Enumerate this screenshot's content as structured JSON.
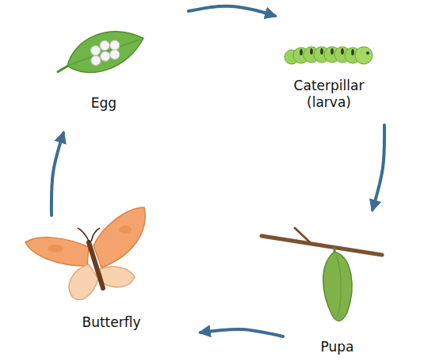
{
  "diagram": {
    "nodes": [
      {
        "text": [
          "Egg"
        ]
      },
      {
        "text": [
          "Caterpillar (larva)"
        ]
      },
      {
        "text": [
          "Pupa"
        ]
      },
      {
        "text": [
          "Butterfly"
        ]
      }
    ],
    "edges": [
      {
        "from": 0,
        "to": 1,
        "arrow": "to"
      },
      {
        "from": 1,
        "to": 2,
        "arrow": "to"
      },
      {
        "from": 2,
        "to": 3,
        "arrow": "to"
      },
      {
        "from": 3,
        "to": 0,
        "arrow": "to"
      }
    ]
  }
}
